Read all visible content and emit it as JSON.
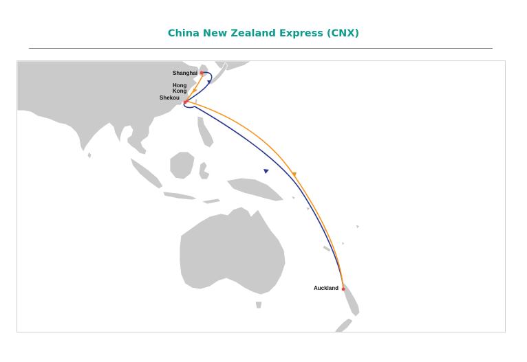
{
  "service": {
    "title": "China New Zealand Express (CNX)"
  },
  "ports": [
    {
      "id": "shanghai",
      "label": "Shanghai"
    },
    {
      "id": "hongkong",
      "label": "Hong Kong"
    },
    {
      "id": "shekou",
      "label": "Shekou"
    },
    {
      "id": "auckland",
      "label": "Auckland"
    }
  ],
  "routes": [
    {
      "id": "southbound",
      "color": "#2b3990"
    },
    {
      "id": "northbound",
      "color": "#f7941d"
    }
  ],
  "colors": {
    "title": "#0e9a8b",
    "land": "#cacaca",
    "port_marker": "#e8473d"
  }
}
